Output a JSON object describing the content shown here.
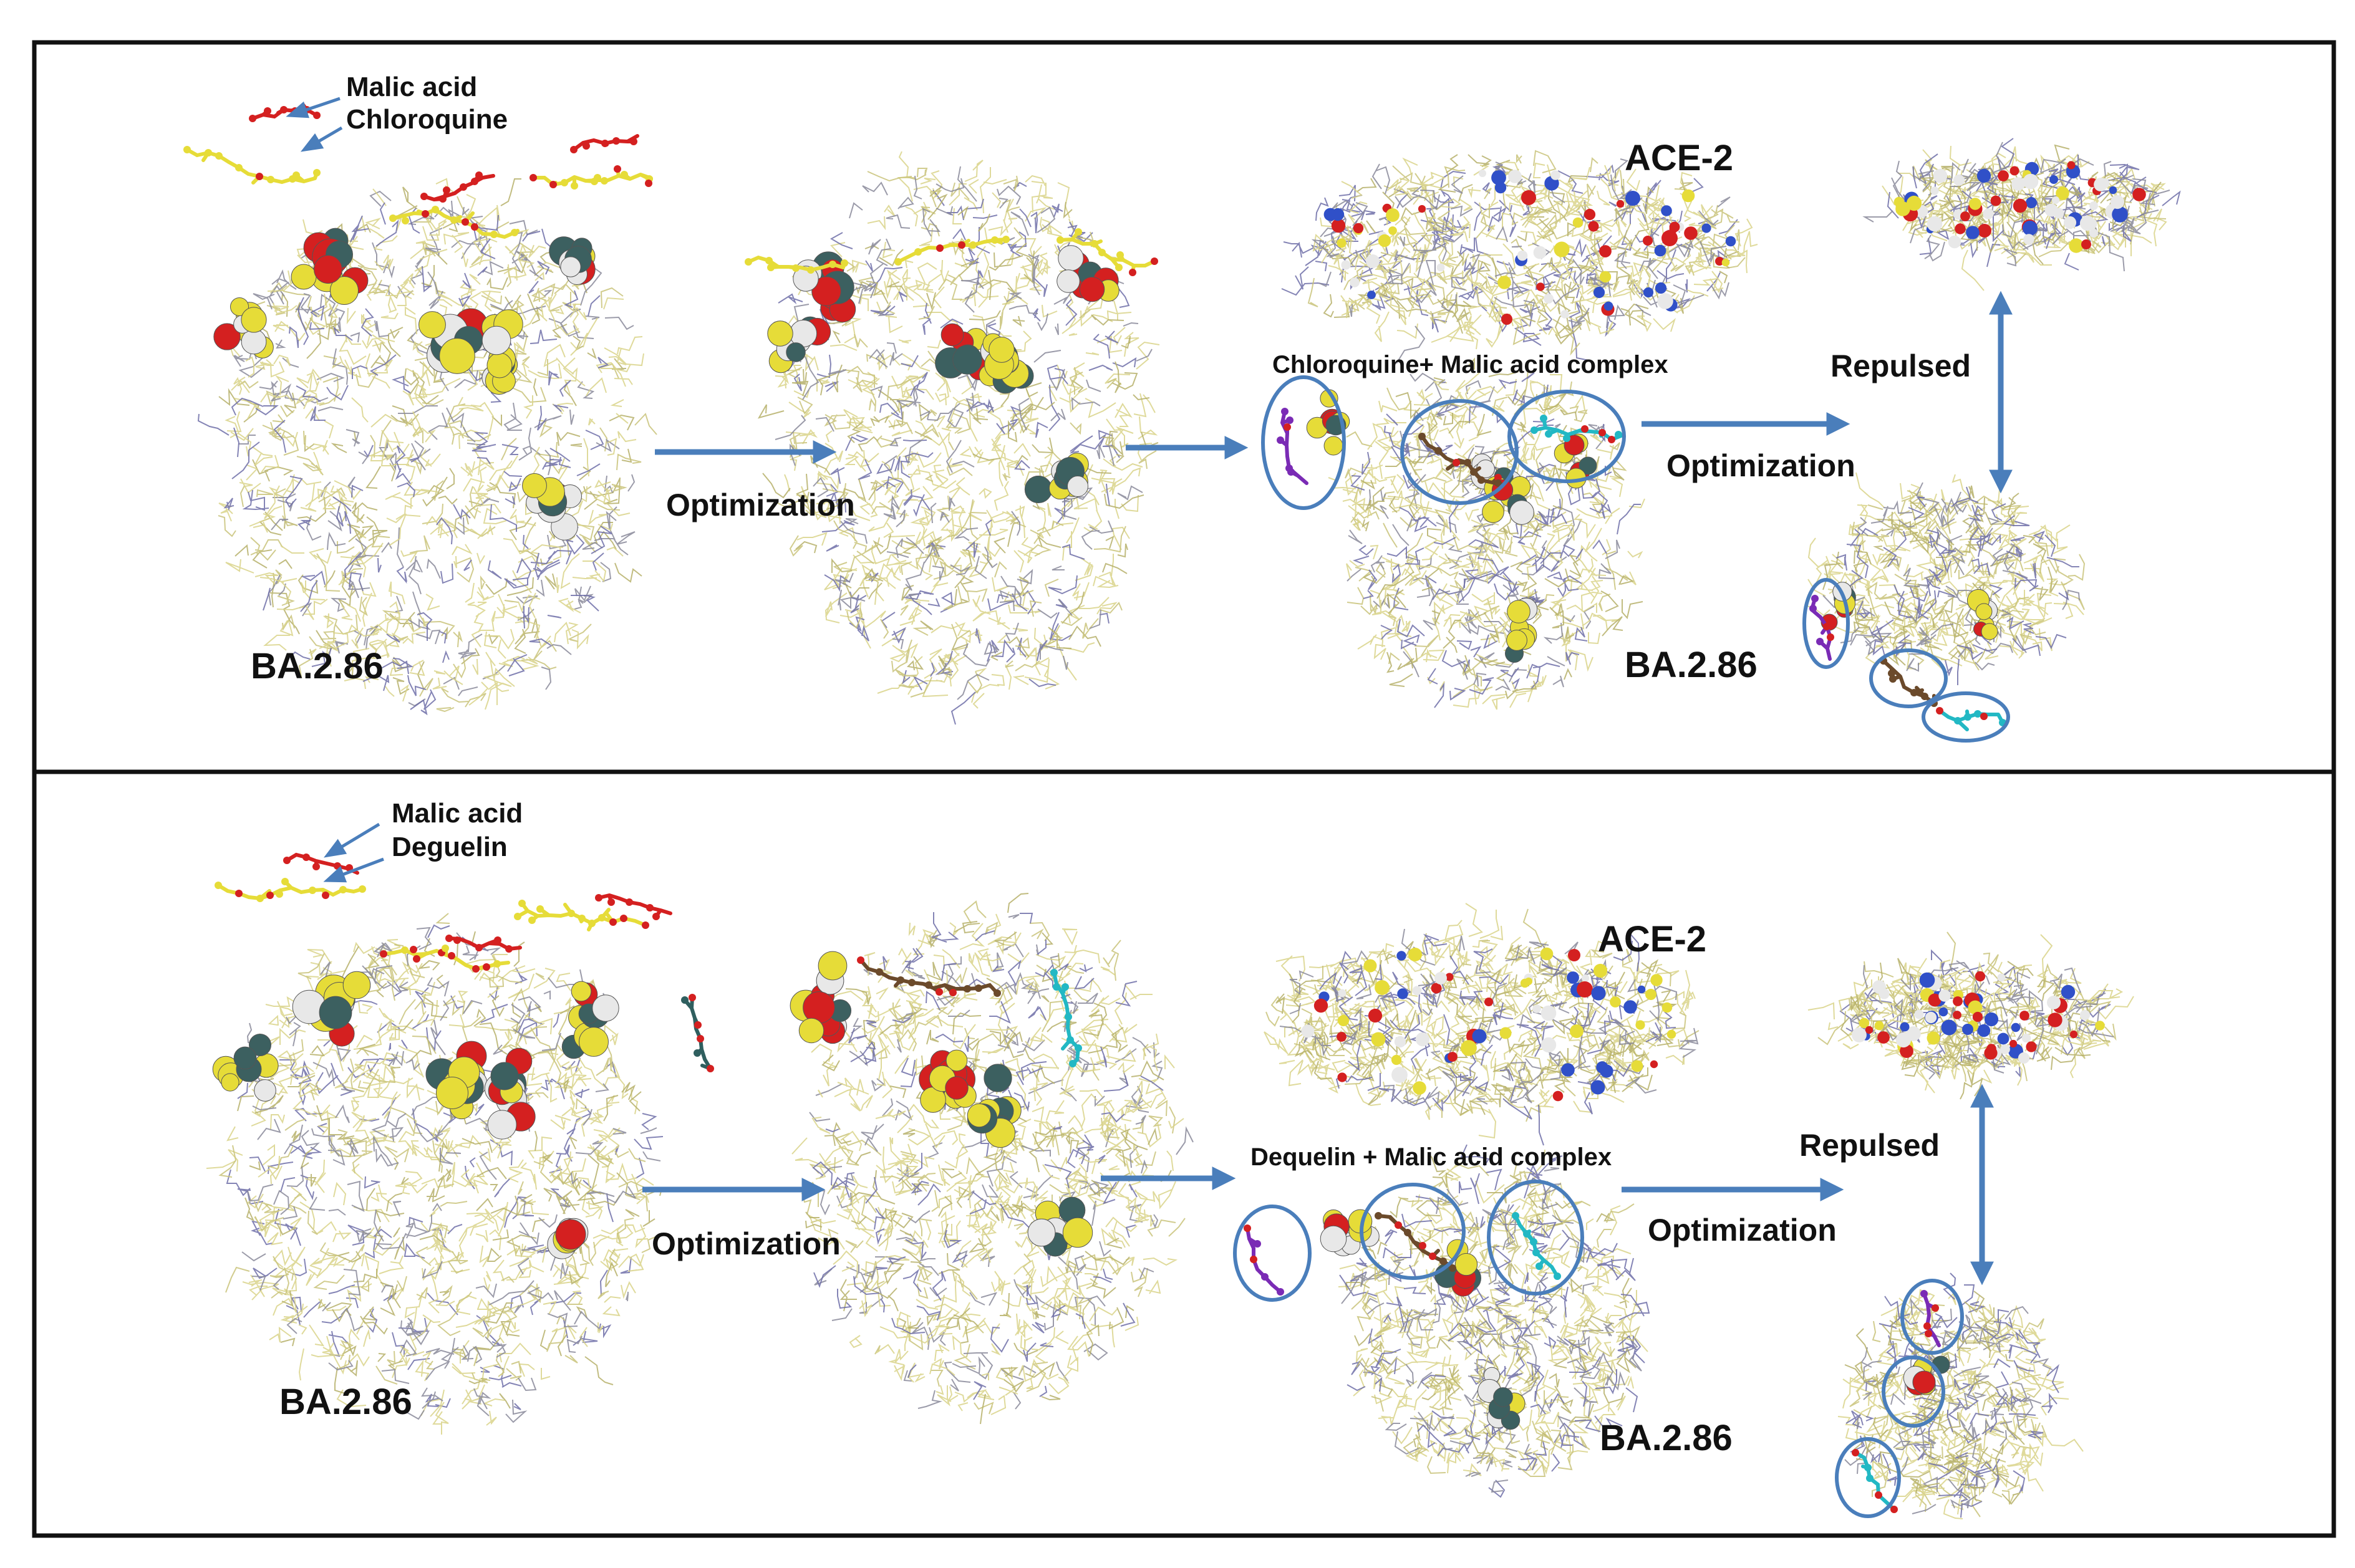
{
  "panels": [
    {
      "ligand_label_1": "Malic acid",
      "ligand_label_2": "Chloroquine",
      "step_1": "Optimization",
      "complex_label": "Chloroquine+ Malic acid complex",
      "step_2": "Optimization",
      "receptor_label": "ACE-2",
      "repulsed_label": "Repulsed",
      "protein_label_left": "BA.2.86",
      "protein_label_right": "BA.2.86"
    },
    {
      "ligand_label_1": "Malic acid",
      "ligand_label_2": "Deguelin",
      "step_1": "Optimization",
      "complex_label": "Dequelin + Malic acid complex",
      "step_2": "Optimization",
      "receptor_label": "ACE-2",
      "repulsed_label": "Repulsed",
      "protein_label_left": "BA.2.86",
      "protein_label_right": "BA.2.86"
    }
  ],
  "colors": {
    "arrow": "#4a7ebb",
    "frame": "#111111",
    "stick_protein": "#d9d48a",
    "sphere_carbon": "#e6dc38",
    "sphere_oxygen": "#d42020",
    "sphere_hydrogen": "#e8e8e8",
    "sphere_dark": "#3c6060",
    "ellipse": "#4a7ebb",
    "ligand_purple": "#7a2bb5",
    "ligand_brown": "#6b4a2b",
    "ligand_cyan": "#22b8c4",
    "ligand_teal": "#2f5f5f"
  }
}
